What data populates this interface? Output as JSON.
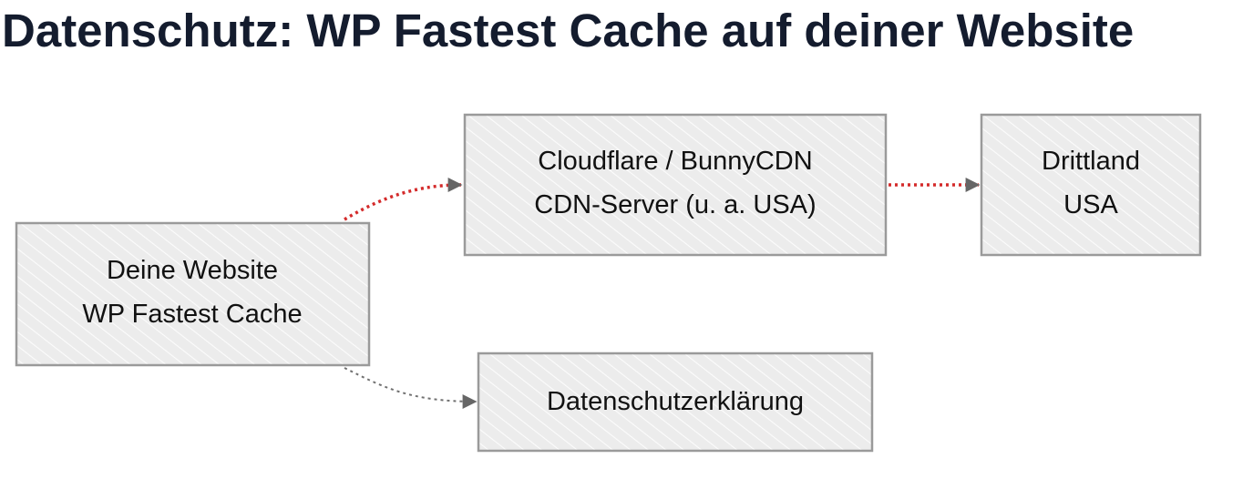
{
  "title": "Datenschutz: WP Fastest Cache auf deiner Website",
  "colors": {
    "title": "#141c2e",
    "box_fill": "#ececec",
    "box_stroke": "#9a9a9a",
    "hatch": "#ffffff",
    "arrow_red": "#d42b2b",
    "arrow_gray": "#707070",
    "arrowhead": "#666666"
  },
  "nodes": {
    "website": {
      "line1": "Deine Website",
      "line2": "WP Fastest Cache"
    },
    "cdn": {
      "line1": "Cloudflare / BunnyCDN",
      "line2": "CDN-Server (u. a. USA)"
    },
    "drittland": {
      "line1": "Drittland",
      "line2": "USA"
    },
    "privacy": {
      "line1": "Datenschutzerklärung"
    }
  },
  "edges": [
    {
      "from": "website",
      "to": "cdn",
      "style": "dotted-red"
    },
    {
      "from": "cdn",
      "to": "drittland",
      "style": "dotted-red"
    },
    {
      "from": "website",
      "to": "privacy",
      "style": "dotted-gray"
    }
  ]
}
